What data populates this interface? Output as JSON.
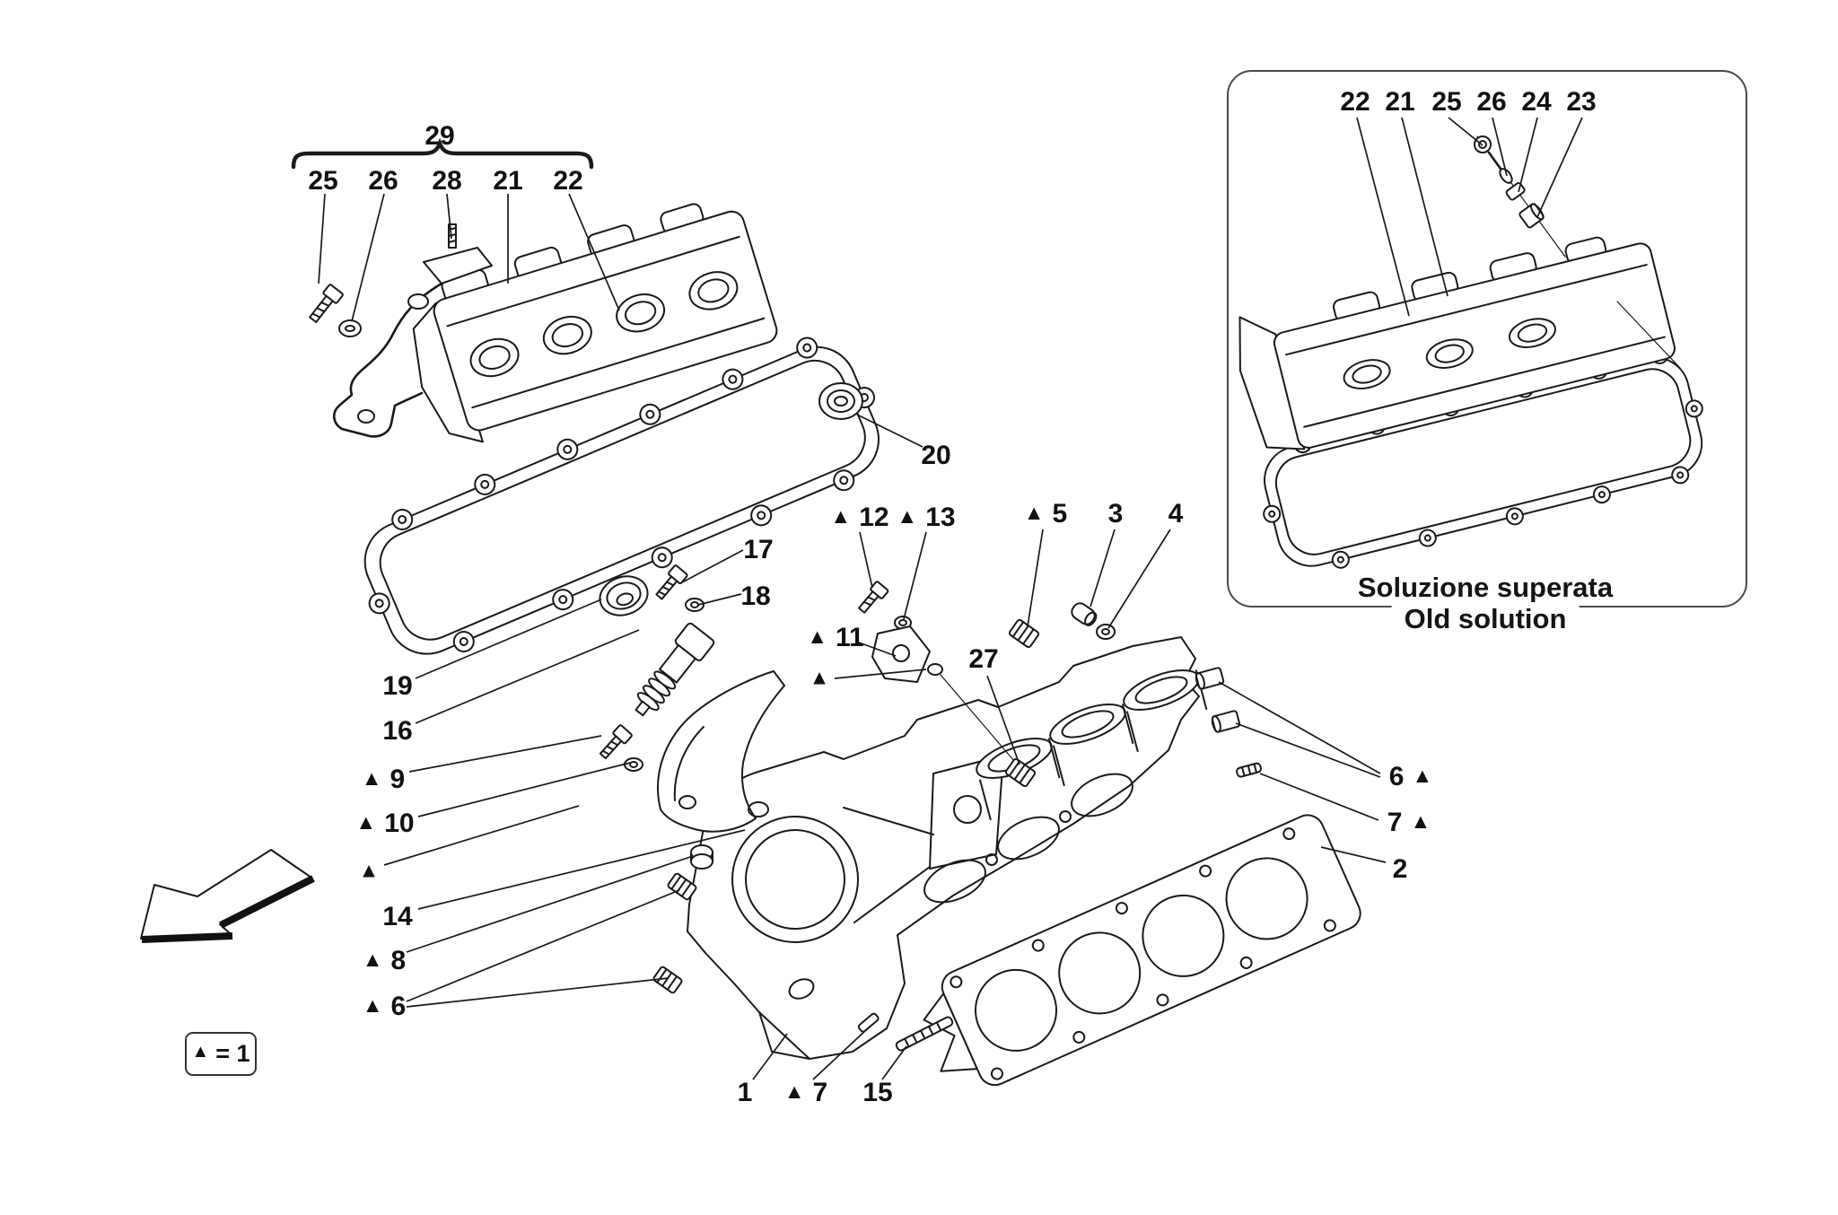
{
  "symbols": {
    "triangle": "▲"
  },
  "legend": {
    "equals_text": "= 1"
  },
  "brace_group": {
    "label": "29",
    "items": [
      "25",
      "26",
      "28",
      "21",
      "22"
    ]
  },
  "callouts": {
    "n20": "20",
    "n12": "12",
    "n13": "13",
    "n5": "5",
    "n3": "3",
    "n4": "4",
    "n17": "17",
    "n18": "18",
    "n19": "19",
    "n16": "16",
    "n9": "9",
    "n10": "10",
    "n14": "14",
    "n8": "8",
    "n6_left": "6",
    "n11": "11",
    "n27": "27",
    "n6_right": "6",
    "n7_right": "7",
    "n2": "2",
    "n1": "1",
    "n7_bottom": "7",
    "n15": "15"
  },
  "inset": {
    "callouts": [
      "22",
      "21",
      "25",
      "26",
      "24",
      "23"
    ],
    "caption_italian": "Soluzione superata",
    "caption_english": "Old solution"
  },
  "colors": {
    "line": "#1a1a1a",
    "background": "#ffffff"
  }
}
